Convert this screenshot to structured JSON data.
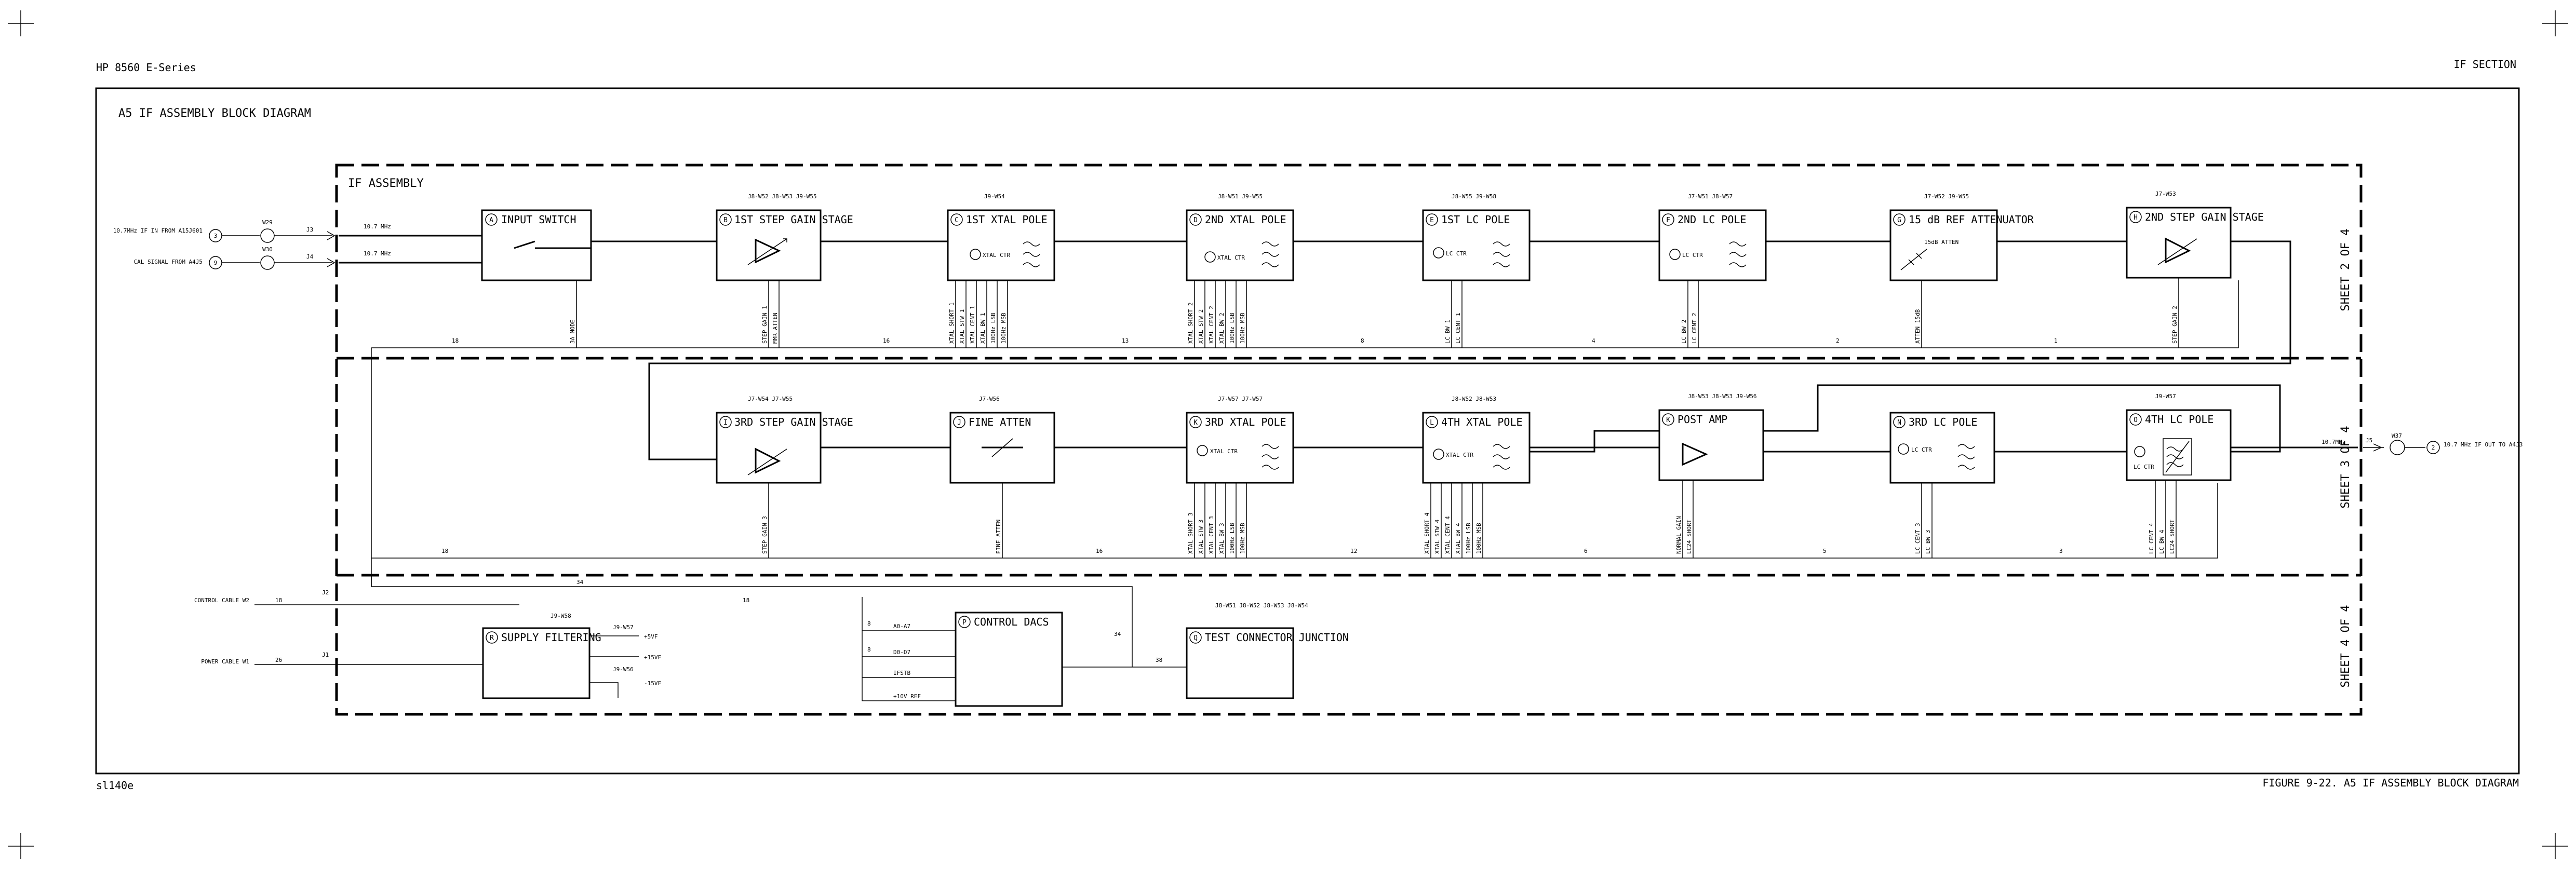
{
  "header": {
    "left": "HP 8560 E-Series",
    "right": "IF SECTION"
  },
  "diagram_title": "A5 IF ASSEMBLY BLOCK DIAGRAM",
  "assembly_label": "IF ASSEMBLY",
  "footer": {
    "left": "sl140e",
    "right": "FIGURE 9-22. A5 IF ASSEMBLY BLOCK DIAGRAM"
  },
  "sheets": [
    "SHEET 2 OF 4",
    "SHEET 3 OF 4",
    "SHEET 4 OF 4"
  ],
  "inputs": {
    "if_in": "10.7MHz IF IN FROM A15J601",
    "cal": "CAL SIGNAL FROM A4J5",
    "w29": "W29",
    "w30": "W30",
    "pin3": "3",
    "pin9": "9",
    "j3": "J3",
    "j4": "J4",
    "freq1": "10.7 MHz",
    "freq2": "10.7 MHz",
    "control_cable": "CONTROL CABLE W2",
    "power_cable": "POWER CABLE W1",
    "j2": "J2",
    "j1": "J1",
    "n18": "18",
    "n26": "26"
  },
  "output": {
    "label": "10.7 MHz IF OUT TO A4J3",
    "j5": "J5",
    "w37": "W37",
    "pin2": "2",
    "freq": "10.7MHz"
  },
  "blocks": [
    {
      "id": "A",
      "title": "INPUT SWITCH"
    },
    {
      "id": "B",
      "title": "1ST STEP GAIN STAGE"
    },
    {
      "id": "C",
      "title": "1ST XTAL POLE"
    },
    {
      "id": "D",
      "title": "2ND XTAL POLE"
    },
    {
      "id": "E",
      "title": "1ST LC POLE"
    },
    {
      "id": "F",
      "title": "2ND LC POLE"
    },
    {
      "id": "G",
      "title": "15 dB REF ATTENUATOR"
    },
    {
      "id": "H",
      "title": "2ND STEP GAIN STAGE"
    },
    {
      "id": "I",
      "title": "3RD STEP GAIN STAGE"
    },
    {
      "id": "J",
      "title": "FINE ATTEN"
    },
    {
      "id": "K",
      "title": "3RD XTAL POLE"
    },
    {
      "id": "L",
      "title": "4TH XTAL POLE"
    },
    {
      "id": "K",
      "title": "POST AMP"
    },
    {
      "id": "N",
      "title": "3RD LC POLE"
    },
    {
      "id": "O",
      "title": "4TH LC POLE"
    },
    {
      "id": "R",
      "title": "SUPPLY FILTERING"
    },
    {
      "id": "P",
      "title": "CONTROL DACS"
    },
    {
      "id": "Q",
      "title": "TEST CONNECTOR JUNCTION"
    }
  ],
  "inner_labels": {
    "xtal_ctr": "XTAL CTR",
    "lc_ctr": "LC CTR",
    "atten": "15dB ATTEN"
  },
  "test_points": {
    "B": "J8-W52 J8-W53 J9-W55",
    "C": "J9-W54",
    "D": "J8-W51 J9-W55",
    "E": "J8-W55 J9-W58",
    "F": "J7-W51 J8-W57",
    "G": "J7-W52 J9-W55",
    "H": "J7-W53",
    "I": "J7-W54 J7-W55",
    "J": "J7-W56",
    "K3": "J7-W57 J7-W57",
    "L": "J8-W52 J8-W53",
    "KP": "J8-W53 J8-W53 J9-W56",
    "O": "J9-W57",
    "R": "J9-W58",
    "R1": "J9-W57",
    "R2": "J9-W56",
    "Q": "J8-W51 J8-W52 J8-W53 J8-W54"
  },
  "control_signals": {
    "A": [
      "3A MODE"
    ],
    "B": [
      "STEP GAIN 1",
      "MMR ATTEN"
    ],
    "C": [
      "XTAL SHORT 1",
      "XTAL STW 1",
      "XTAL CENT 1",
      "XTAL BW 1",
      "100Hz LSB",
      "100Hz MSB"
    ],
    "D": [
      "XTAL SHORT 2",
      "XTAL STW 2",
      "XTAL CENT 2",
      "XTAL BW 2",
      "100Hz LSB",
      "100Hz MSB"
    ],
    "E": [
      "LC BW 1",
      "LC CENT 1"
    ],
    "F": [
      "LC BW 2",
      "LC CENT 2"
    ],
    "G": [
      "ATTEN 15dB"
    ],
    "H": [
      "STEP GAIN 2"
    ],
    "I": [
      "STEP GAIN 3"
    ],
    "J": [
      "FINE ATTEN"
    ],
    "K": [
      "XTAL SHORT 3",
      "XTAL STW 3",
      "XTAL CENT 3",
      "XTAL BW 3",
      "100Hz LSB",
      "100Hz MSB"
    ],
    "L": [
      "XTAL SHORT 4",
      "XTAL STW 4",
      "XTAL CENT 4",
      "XTAL BW 4",
      "100Hz LSB",
      "100Hz MSB"
    ],
    "KP": [
      "NORMAL GAIN",
      "LC24 SHORT"
    ],
    "N": [
      "LC CENT 3",
      "LC BW 3"
    ],
    "O": [
      "LC CENT 4",
      "LC BW 4",
      "LC24 SHORT"
    ]
  },
  "bus_counts_row1": [
    "18",
    "16",
    "13",
    "8",
    "4",
    "2",
    "1"
  ],
  "bus_counts_row2": [
    "18",
    "16",
    "12",
    "6",
    "5",
    "3"
  ],
  "bus_counts_row3": {
    "a": "34",
    "b": "18",
    "c": "8",
    "d": "8",
    "e": "34",
    "f": "38"
  },
  "dac_signals": [
    "A0-A7",
    "D0-D7",
    "IFSTB",
    "+10V REF"
  ],
  "supply_outputs": [
    "+5VF",
    "+15VF",
    "-15VF"
  ]
}
